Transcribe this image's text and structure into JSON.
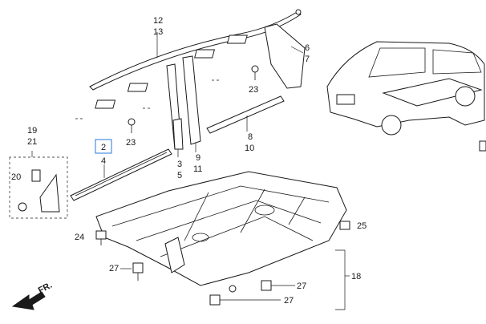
{
  "callouts": {
    "c12": "12",
    "c13": "13",
    "c6": "6",
    "c7": "7",
    "c23a": "23",
    "c23b": "23",
    "c8": "8",
    "c10": "10",
    "c9": "9",
    "c11": "11",
    "c3": "3",
    "c5": "5",
    "c2": "2",
    "c4": "4",
    "c19": "19",
    "c21": "21",
    "c20": "20",
    "c25": "25",
    "c24": "24",
    "c27a": "27",
    "c27b": "27",
    "c27c": "27",
    "c18": "18"
  },
  "direction": {
    "label": "FR."
  },
  "highlight_color": "#4a90e2"
}
